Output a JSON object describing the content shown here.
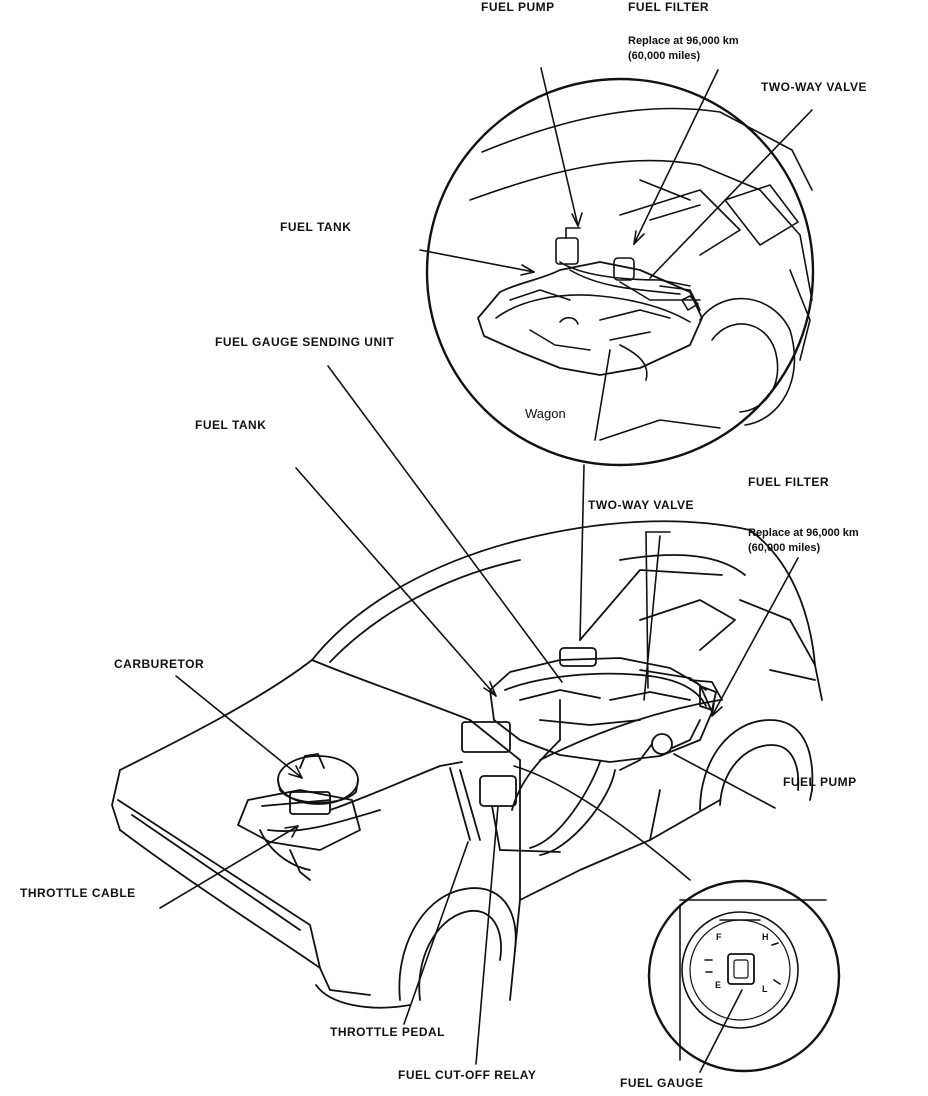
{
  "labels": {
    "fuel_pump_top": "FUEL PUMP",
    "fuel_filter_top": "FUEL FILTER",
    "replace_top_1": "Replace at 96,000 km",
    "replace_top_2": "(60,000 miles)",
    "two_way_valve_top": "TWO-WAY VALVE",
    "fuel_tank_top": "FUEL TANK",
    "fuel_gauge_sending_unit": "FUEL GAUGE SENDING UNIT",
    "wagon": "Wagon",
    "fuel_tank_main": "FUEL TANK",
    "two_way_valve_main": "TWO-WAY VALVE",
    "fuel_filter_main": "FUEL FILTER",
    "replace_main_1": "Replace at 96,000 km",
    "replace_main_2": "(60,000 miles)",
    "carburetor": "CARBURETOR",
    "fuel_pump_main": "FUEL PUMP",
    "throttle_cable": "THROTTLE CABLE",
    "throttle_pedal": "THROTTLE PEDAL",
    "fuel_cut_off_relay": "FUEL CUT-OFF RELAY",
    "fuel_gauge": "FUEL GAUGE"
  },
  "gauge_marks": {
    "f": "F",
    "e": "E",
    "h": "H",
    "l": "L"
  }
}
